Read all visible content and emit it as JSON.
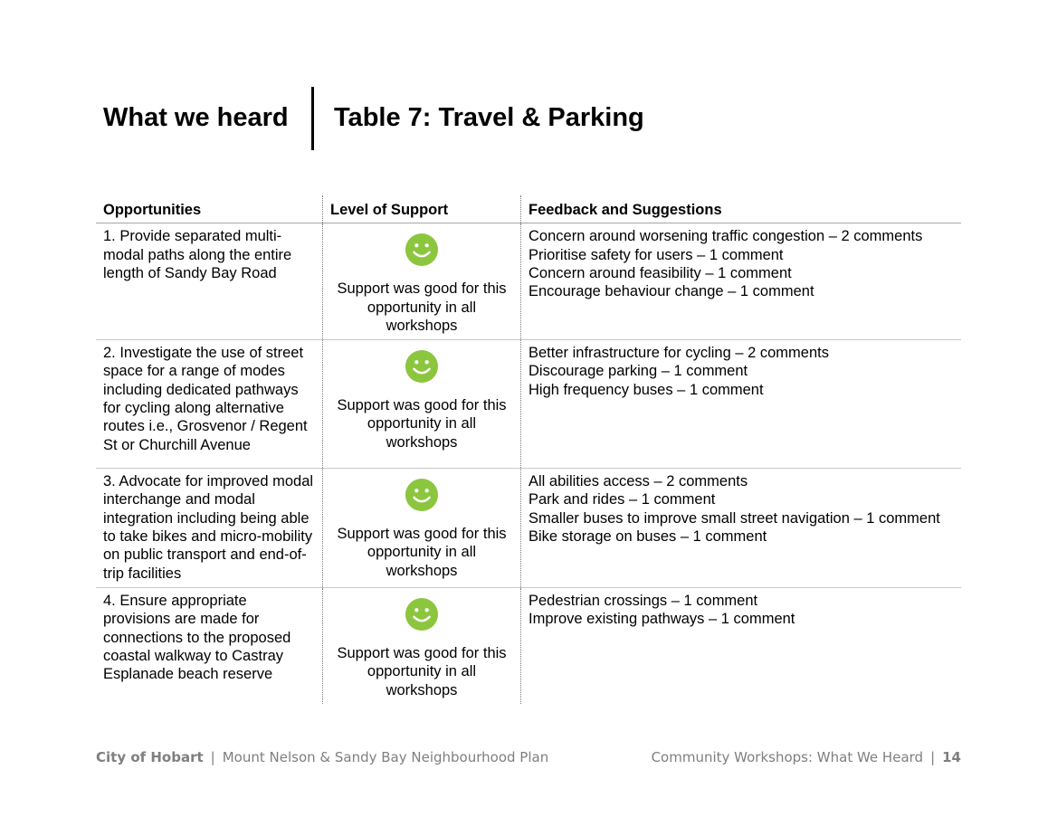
{
  "header": {
    "left_title": "What we heard",
    "right_title": "Table 7: Travel & Parking"
  },
  "table": {
    "columns": [
      "Opportunities",
      "Level of Support",
      "Feedback and Suggestions"
    ],
    "rows": [
      {
        "opportunity": "1. Provide separated multi-modal paths along the entire length of Sandy Bay Road",
        "support_icon": "smiley-face-icon",
        "support": "Support was good for this opportunity in all workshops",
        "feedback": [
          "Concern around worsening traffic congestion – 2 comments",
          "Prioritise safety for users – 1 comment",
          "Concern around feasibility – 1 comment",
          "Encourage behaviour change – 1 comment"
        ]
      },
      {
        "opportunity": "2. Investigate the use of street space for a range of modes including dedicated pathways for cycling along alternative routes i.e., Grosvenor / Regent St or Churchill Avenue",
        "support_icon": "smiley-face-icon",
        "support": "Support was good for this opportunity in all workshops",
        "feedback": [
          "Better infrastructure for cycling – 2 comments",
          "Discourage parking – 1 comment",
          "High frequency buses – 1 comment"
        ]
      },
      {
        "opportunity": "3. Advocate for improved modal interchange and modal integration including being able to take bikes and micro-mobility on public transport and end-of-trip facilities",
        "support_icon": "smiley-face-icon",
        "support": "Support was good for this opportunity in all workshops",
        "feedback": [
          "All abilities access – 2 comments",
          "Park and rides – 1 comment",
          "Smaller buses to improve small street navigation – 1 comment",
          "Bike storage on buses – 1 comment"
        ]
      },
      {
        "opportunity": "4. Ensure appropriate provisions are made for connections to the proposed coastal walkway to Castray Esplanade beach reserve",
        "support_icon": "smiley-face-icon",
        "support": "Support was good for this opportunity in all workshops",
        "feedback": [
          "Pedestrian crossings – 1 comment",
          "Improve existing pathways – 1 comment"
        ]
      }
    ]
  },
  "footer": {
    "org": "City of Hobart",
    "separator": "|",
    "plan": "Mount Nelson & Sandy Bay Neighbourhood Plan",
    "doc": "Community Workshops: What We Heard",
    "page": "14"
  },
  "colors": {
    "smiley": "#8cc63f",
    "footer_text": "#7f7f7f"
  }
}
